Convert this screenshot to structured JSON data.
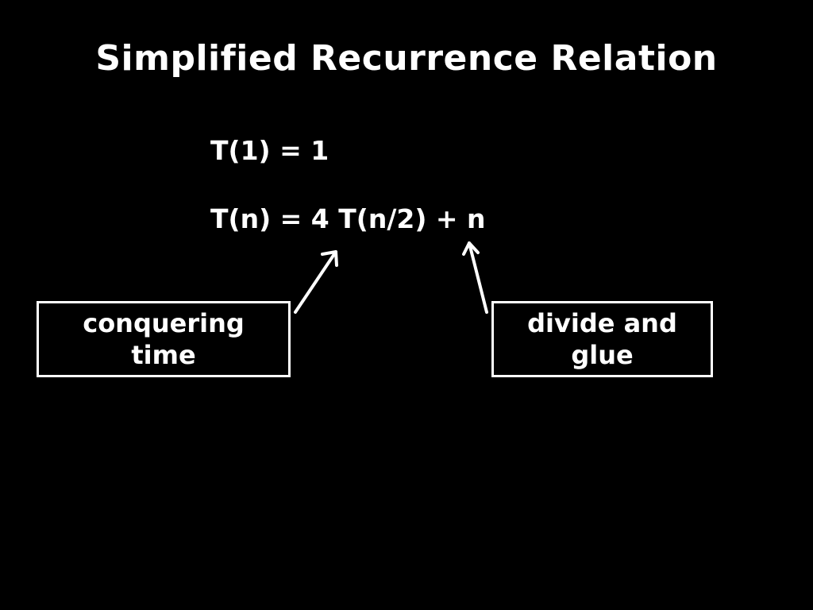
{
  "slide": {
    "title": "Simplified Recurrence Relation",
    "equations": {
      "base_case": "T(1) = 1",
      "recurrence": "T(n) = 4 T(n/2) + n"
    },
    "annotations": {
      "left_box": "conquering time",
      "right_box": "divide and glue"
    },
    "colors": {
      "background": "#000000",
      "foreground": "#ffffff"
    }
  }
}
